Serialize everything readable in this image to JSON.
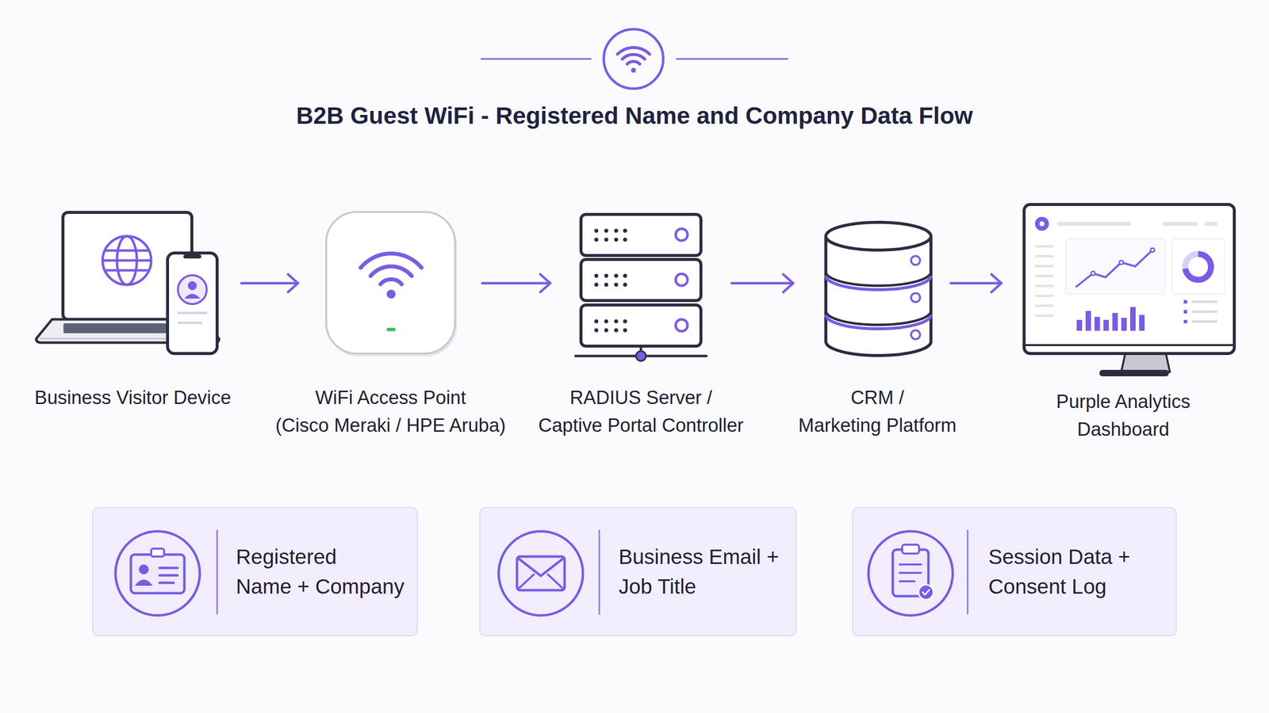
{
  "diagram": {
    "title": "B2B Guest WiFi - Registered Name and Company Data Flow",
    "nodes": [
      {
        "text": [
          "Business Visitor Device"
        ]
      },
      {
        "text": [
          "WiFi Access Point (Cisco Meraki / HPE Aruba)"
        ]
      },
      {
        "text": [
          "RADIUS Server / Captive Portal Controller"
        ]
      },
      {
        "text": [
          "CRM / Marketing Platform"
        ]
      },
      {
        "text": [
          "Purple Analytics Dashboard"
        ]
      },
      {
        "text": [
          "Registered Name + Company"
        ]
      },
      {
        "text": [
          "Business Email + Job Title"
        ]
      },
      {
        "text": [
          "Session Data + Consent Log"
        ]
      }
    ],
    "edges": [
      {
        "from": 0,
        "to": 1,
        "arrow": "to"
      },
      {
        "from": 1,
        "to": 2,
        "arrow": "to"
      },
      {
        "from": 2,
        "to": 3,
        "arrow": "to"
      },
      {
        "from": 3,
        "to": 4,
        "arrow": "to"
      }
    ]
  }
}
